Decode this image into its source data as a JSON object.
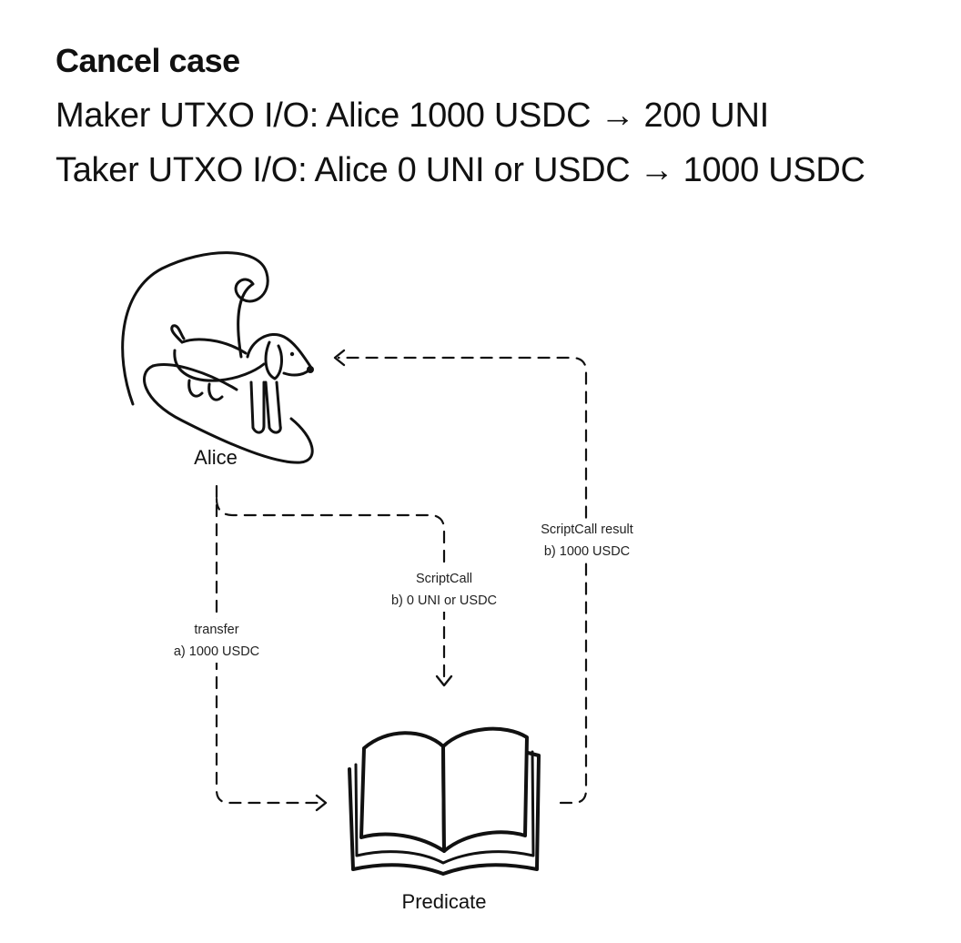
{
  "header": {
    "title": "Cancel case",
    "maker_line": "Maker UTXO I/O: Alice 1000 USDC → 200 UNI",
    "taker_line": "Taker UTXO I/O: Alice 0 UNI or USDC → 1000 USDC"
  },
  "diagram": {
    "nodes": {
      "alice": {
        "label": "Alice",
        "icon": "dog-on-surfboard-icon"
      },
      "predicate": {
        "label": "Predicate",
        "icon": "open-book-icon"
      }
    },
    "edges": {
      "transfer": {
        "line1": "transfer",
        "line2": "a) 1000 USDC"
      },
      "script_call": {
        "line1": "ScriptCall",
        "line2": "b) 0 UNI or USDC"
      },
      "script_call_result": {
        "line1": "ScriptCall result",
        "line2": "b) 1000 USDC"
      }
    }
  }
}
